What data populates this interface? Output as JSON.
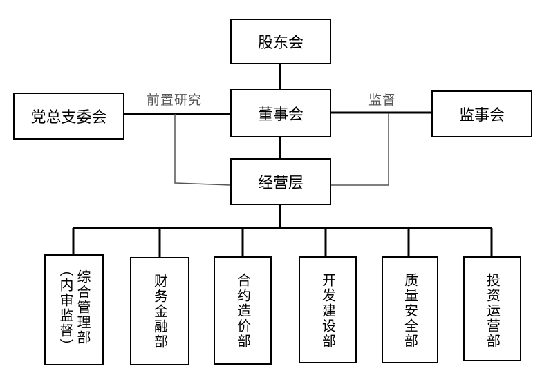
{
  "top": {
    "shareholders": "股东会",
    "board": "董事会",
    "party": "党总支委会",
    "supervisors": "监事会",
    "management": "经营层"
  },
  "edge_labels": {
    "pre_research": "前置研究",
    "supervision": "监督"
  },
  "departments": [
    {
      "col1": "综合管理部",
      "col2": "（内审监督）"
    },
    {
      "col1": "财务金融部"
    },
    {
      "col1": "合约造价部"
    },
    {
      "col1": "开发建设部"
    },
    {
      "col1": "质量安全部"
    },
    {
      "col1": "投资运营部"
    }
  ]
}
